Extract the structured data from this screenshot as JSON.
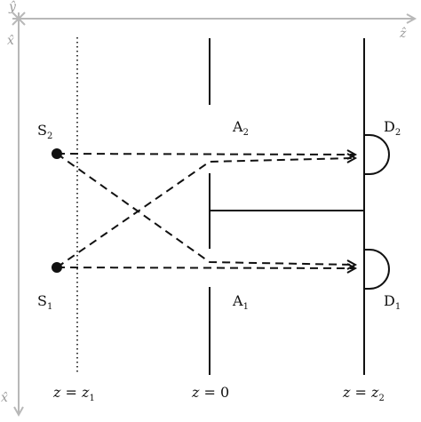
{
  "axes": {
    "y_label": "ŷ",
    "z_label": "ẑ",
    "x_label": "x̂",
    "x_label_bottom": "x̂",
    "color": "#b8b8b8"
  },
  "sources": {
    "s2": {
      "letter": "S",
      "sub": "2"
    },
    "s1": {
      "letter": "S",
      "sub": "1"
    }
  },
  "apertures": {
    "a2": {
      "letter": "A",
      "sub": "2"
    },
    "a1": {
      "letter": "A",
      "sub": "1"
    }
  },
  "detectors": {
    "d2": {
      "letter": "D",
      "sub": "2"
    },
    "d1": {
      "letter": "D",
      "sub": "1"
    }
  },
  "planes": {
    "z1": {
      "lhs": "z",
      "eq": " = ",
      "rhs": "z",
      "sub": "1"
    },
    "z0": {
      "lhs": "z",
      "eq": " = ",
      "rhs": "0"
    },
    "z2": {
      "lhs": "z",
      "eq": " = ",
      "rhs": "z",
      "sub": "2"
    }
  },
  "colors": {
    "ink": "#111111",
    "axis": "#b8b8b8"
  }
}
